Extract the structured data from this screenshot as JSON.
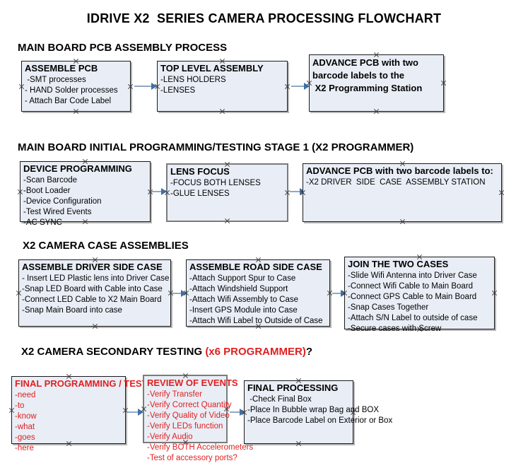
{
  "document": {
    "title": "IDRIVE X2  SERIES CAMERA PROCESSING FLOWCHART",
    "box_fill_color": "#e9eef6",
    "box_border_color": "#1a1a1a",
    "accent_red": "#e02020",
    "connector_color": "#8ea9c4",
    "arrowhead_color": "#3f6fa8"
  },
  "sections": [
    {
      "heading": "MAIN BOARD PCB ASSEMBLY PROCESS",
      "heading_suffix": "",
      "boxes": [
        {
          "title": "ASSEMBLE PCB",
          "lines": [
            " -SMT processes",
            "- HAND Solder processes",
            "- Attach Bar Code Label"
          ]
        },
        {
          "title": "TOP LEVEL ASSEMBLY",
          "lines": [
            "-LENS HOLDERS",
            "-LENSES"
          ]
        },
        {
          "title": "",
          "lines": [
            "ADVANCE PCB with two",
            "barcode labels to the",
            " X2 Programming Station"
          ]
        }
      ]
    },
    {
      "heading": "MAIN BOARD INITIAL PROGRAMMING/TESTING STAGE 1 (X2 PROGRAMMER)",
      "heading_suffix": "",
      "boxes": [
        {
          "title": "DEVICE PROGRAMMING",
          "lines": [
            "-Scan Barcode",
            "-Boot Loader",
            "-Device Configuration",
            "-Test Wired Events",
            "-AC SYNC"
          ]
        },
        {
          "title": "LENS FOCUS",
          "lines": [
            "-FOCUS BOTH LENSES",
            "-GLUE LENSES"
          ]
        },
        {
          "title": "ADVANCE PCB with two barcode labels to:",
          "lines": [
            "-X2 DRIVER  SIDE  CASE  ASSEMBLY STATION"
          ]
        }
      ]
    },
    {
      "heading": "X2 CAMERA CASE ASSEMBLIES",
      "heading_suffix": "",
      "boxes": [
        {
          "title": "ASSEMBLE DRIVER SIDE CASE",
          "lines": [
            "- Insert LED Plastic lens into Driver Case",
            "-Snap LED Board with Cable into Case",
            "-Connect LED Cable to X2 Main Board",
            "-Snap Main Board into case"
          ]
        },
        {
          "title": "ASSEMBLE ROAD SIDE CASE",
          "lines": [
            "-Attach Support Spur to Case",
            "-Attach Windshield Support",
            "-Attach Wifi Assembly to Case",
            "-Insert GPS Module into Case",
            "-Attach Wifi Label to Outside of Case"
          ]
        },
        {
          "title": "JOIN THE TWO CASES",
          "lines": [
            "-Slide Wifi Antenna into Driver Case",
            "-Connect Wifi Cable to Main Board",
            "-Connect GPS Cable to Main Board",
            "-Snap Cases Together",
            "-Attach S/N Label to outside of case",
            "-Secure cases with Screw"
          ]
        }
      ]
    },
    {
      "heading": "X2 CAMERA SECONDARY TESTING ",
      "heading_red": "(x6 PROGRAMMER)",
      "heading_suffix": "?",
      "boxes": [
        {
          "title": "FINAL PROGRAMMING / TESTING",
          "lines": [
            "-need",
            "-to",
            "-know",
            "-what",
            "-goes",
            "-here"
          ]
        },
        {
          "title": "REVIEW OF EVENTS",
          "lines": [
            "-Verify Transfer",
            "-Verify Correct Quantity",
            "-Verify Quality of Video",
            "-Verify LEDs function",
            "-Verify Audio",
            "-Verify BOTH Accelerometers",
            "-Test of accessory ports?"
          ]
        },
        {
          "title": "FINAL PROCESSING",
          "lines": [
            " -Check Final Box",
            "-Place In Bubble wrap Bag and BOX",
            "-Place Barcode Label on Exterior or Box"
          ]
        }
      ]
    }
  ]
}
